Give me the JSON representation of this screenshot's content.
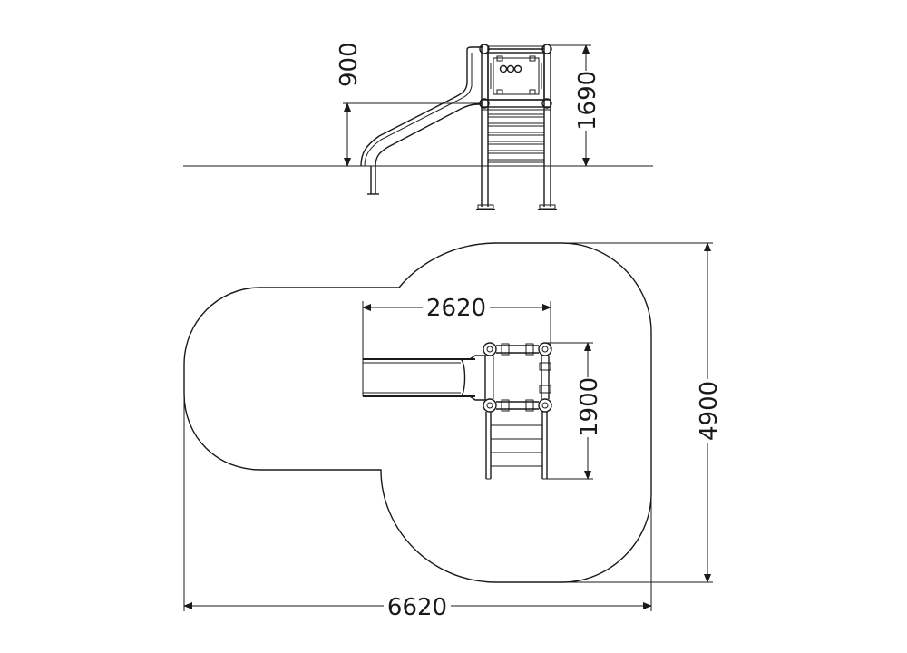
{
  "drawing": {
    "side_view": {
      "platform_height": "900",
      "total_height": "1690"
    },
    "plan_view": {
      "slide_length": "2620",
      "tower_width": "1900",
      "overall_length": "6620",
      "overall_width": "4900"
    }
  }
}
